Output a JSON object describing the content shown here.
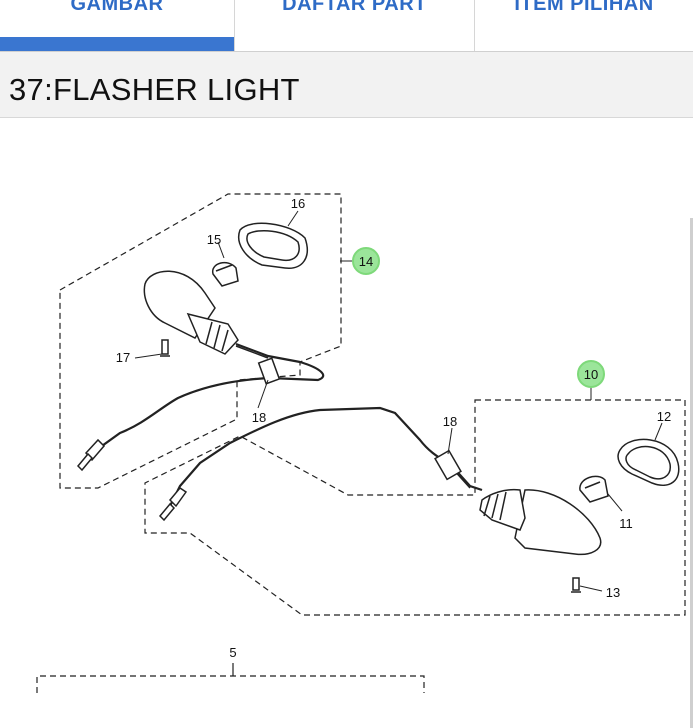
{
  "tabs": [
    {
      "label": "GAMBAR",
      "active": true
    },
    {
      "label": "DAFTAR PART",
      "active": false
    },
    {
      "label": "ITEM PILIHAN",
      "active": false
    }
  ],
  "colors": {
    "accent": "#3a76d0",
    "tab_text": "#2e6bc6",
    "highlight": "#7ed97a"
  },
  "page": {
    "title": "37:FLASHER LIGHT"
  },
  "diagram": {
    "callouts": {
      "c16": "16",
      "c15": "15",
      "c14": "14",
      "c17": "17",
      "c18a": "18",
      "c18b": "18",
      "c10": "10",
      "c12": "12",
      "c11": "11",
      "c13": "13",
      "c5": "5"
    }
  }
}
